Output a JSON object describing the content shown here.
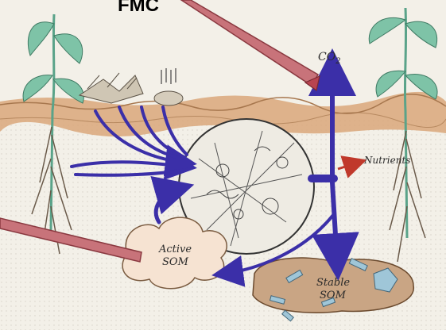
{
  "title": "FMC",
  "labels": {
    "co2_main": "CO",
    "co2_sub": "2",
    "nutrients": "Nutrients",
    "active_som_line1": "Active",
    "active_som_line2": "SOM",
    "stable_som_line1": "Stable",
    "stable_som_line2": "SOM"
  },
  "colors": {
    "flow_arrow": "#3b2fa8",
    "nutrient_arrow": "#c0392b",
    "pointer_arrow": "#c0505a",
    "soil": "#d9a77a",
    "plant": "#6fb59a"
  }
}
